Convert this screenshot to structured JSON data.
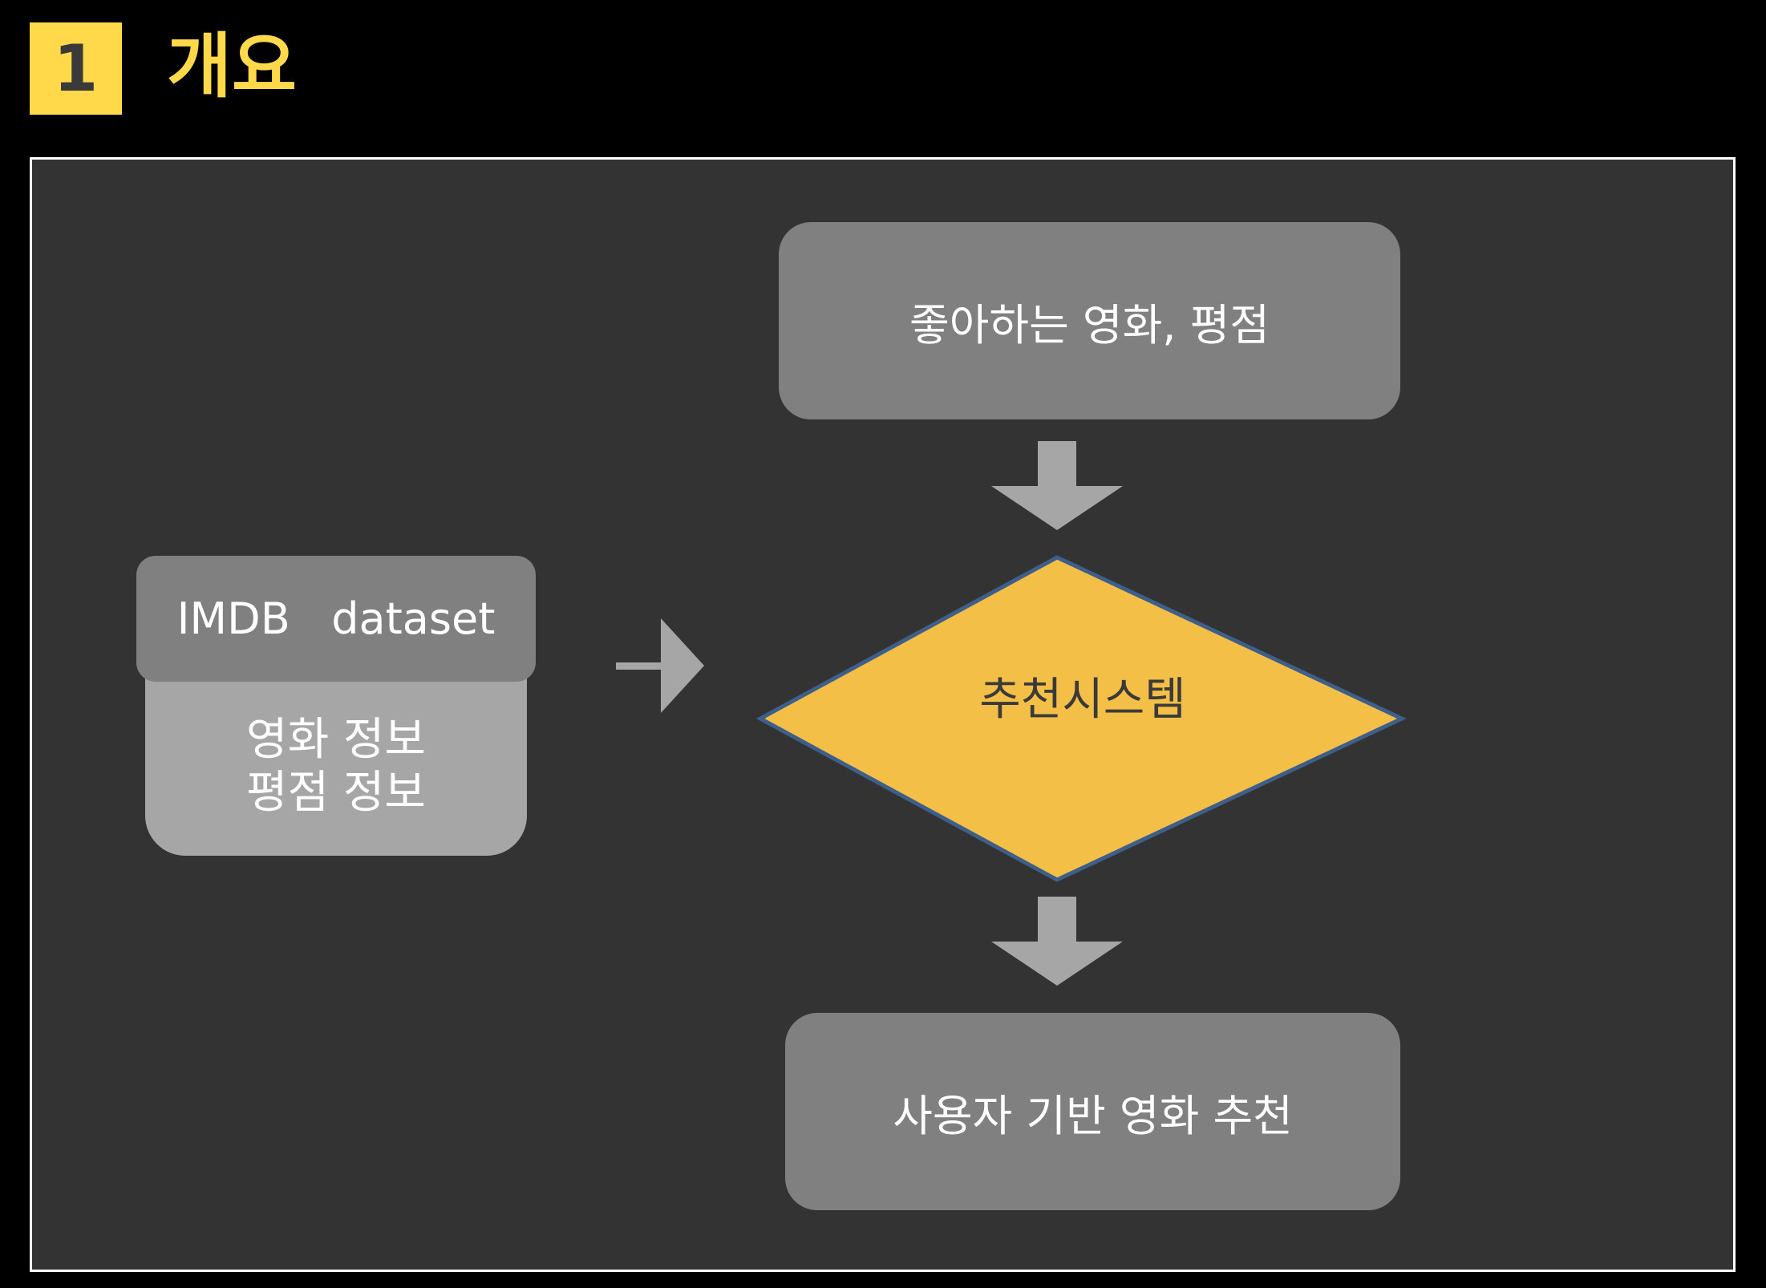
{
  "header": {
    "section_number": "1",
    "section_title": "개요"
  },
  "diagram": {
    "top_box": "좋아하는 영화, 평점",
    "dataset_header": "IMDB   dataset",
    "dataset_lines": [
      "영화 정보",
      "평점 정보"
    ],
    "decision": "추천시스템",
    "bottom_box": "사용자 기반 영화 추천"
  },
  "colors": {
    "accent": "#FFD94A",
    "panel": "#333333",
    "box": "#808080",
    "dataset_body": "#A6A6A6",
    "diamond": "#F4BF47",
    "diamond_border": "#3E5F8A",
    "arrow": "#A6A6A6"
  }
}
